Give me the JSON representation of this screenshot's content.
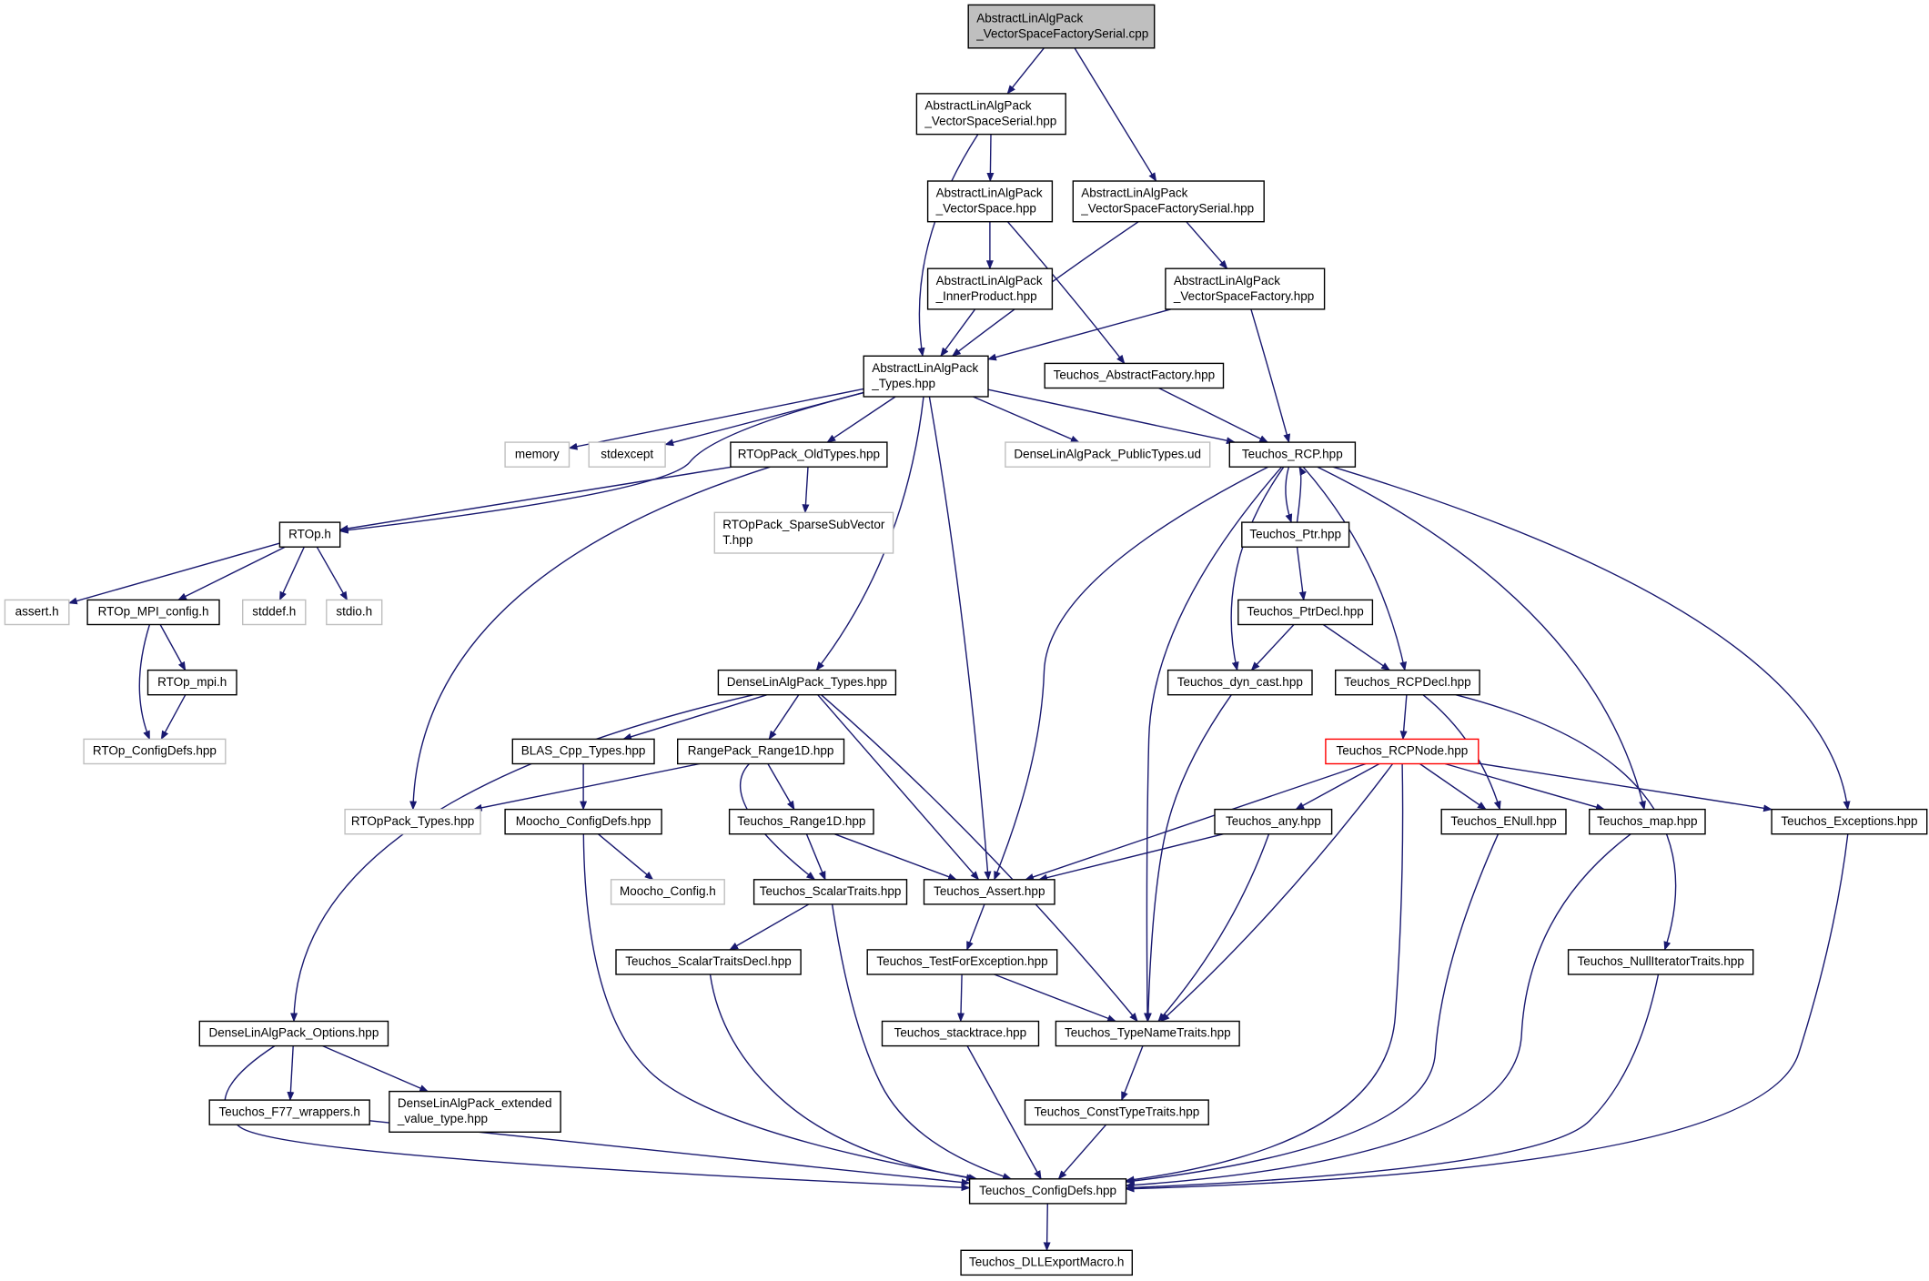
{
  "colors": {
    "edge": "#191970",
    "node_border": "#000000",
    "external_border": "#bfbfbf",
    "highlight_border": "#ff0000",
    "root_fill": "#bfbfbf",
    "node_fill": "#ffffff"
  },
  "nodes": [
    {
      "id": "vsfs_cpp",
      "lines": [
        "AbstractLinAlgPack",
        "_VectorSpaceFactorySerial.cpp"
      ],
      "kind": "root"
    },
    {
      "id": "vss_hpp",
      "lines": [
        "AbstractLinAlgPack",
        "_VectorSpaceSerial.hpp"
      ],
      "kind": "normal"
    },
    {
      "id": "vsfs_hpp",
      "lines": [
        "AbstractLinAlgPack",
        "_VectorSpaceFactorySerial.hpp"
      ],
      "kind": "normal"
    },
    {
      "id": "vs_hpp",
      "lines": [
        "AbstractLinAlgPack",
        "_VectorSpace.hpp"
      ],
      "kind": "normal"
    },
    {
      "id": "ip_hpp",
      "lines": [
        "AbstractLinAlgPack",
        "_InnerProduct.hpp"
      ],
      "kind": "normal"
    },
    {
      "id": "vsf_hpp",
      "lines": [
        "AbstractLinAlgPack",
        "_VectorSpaceFactory.hpp"
      ],
      "kind": "normal"
    },
    {
      "id": "types_hpp",
      "lines": [
        "AbstractLinAlgPack",
        "_Types.hpp"
      ],
      "kind": "normal"
    },
    {
      "id": "absfac",
      "lines": [
        "Teuchos_AbstractFactory.hpp"
      ],
      "kind": "normal"
    },
    {
      "id": "memory",
      "lines": [
        "memory"
      ],
      "kind": "external"
    },
    {
      "id": "stdexcept",
      "lines": [
        "stdexcept"
      ],
      "kind": "external"
    },
    {
      "id": "oldtypes",
      "lines": [
        "RTOpPack_OldTypes.hpp"
      ],
      "kind": "normal"
    },
    {
      "id": "publictypes",
      "lines": [
        "DenseLinAlgPack_PublicTypes.ud"
      ],
      "kind": "external"
    },
    {
      "id": "rcp",
      "lines": [
        "Teuchos_RCP.hpp"
      ],
      "kind": "normal"
    },
    {
      "id": "rtop_h",
      "lines": [
        "RTOp.h"
      ],
      "kind": "normal"
    },
    {
      "id": "sparsesub",
      "lines": [
        "RTOpPack_SparseSubVector",
        "T.hpp"
      ],
      "kind": "external"
    },
    {
      "id": "ptr",
      "lines": [
        "Teuchos_Ptr.hpp"
      ],
      "kind": "normal"
    },
    {
      "id": "assert_h",
      "lines": [
        "assert.h"
      ],
      "kind": "external"
    },
    {
      "id": "mpiconfig",
      "lines": [
        "RTOp_MPI_config.h"
      ],
      "kind": "normal"
    },
    {
      "id": "stddef",
      "lines": [
        "stddef.h"
      ],
      "kind": "external"
    },
    {
      "id": "stdio",
      "lines": [
        "stdio.h"
      ],
      "kind": "external"
    },
    {
      "id": "ptrdecl",
      "lines": [
        "Teuchos_PtrDecl.hpp"
      ],
      "kind": "normal"
    },
    {
      "id": "rtopmpi",
      "lines": [
        "RTOp_mpi.h"
      ],
      "kind": "normal"
    },
    {
      "id": "dlap_types",
      "lines": [
        "DenseLinAlgPack_Types.hpp"
      ],
      "kind": "normal"
    },
    {
      "id": "dyncast",
      "lines": [
        "Teuchos_dyn_cast.hpp"
      ],
      "kind": "normal"
    },
    {
      "id": "rcpdecl",
      "lines": [
        "Teuchos_RCPDecl.hpp"
      ],
      "kind": "normal"
    },
    {
      "id": "rtopcfg",
      "lines": [
        "RTOp_ConfigDefs.hpp"
      ],
      "kind": "external"
    },
    {
      "id": "blas",
      "lines": [
        "BLAS_Cpp_Types.hpp"
      ],
      "kind": "normal"
    },
    {
      "id": "range1d",
      "lines": [
        "RangePack_Range1D.hpp"
      ],
      "kind": "normal"
    },
    {
      "id": "rcpnode",
      "lines": [
        "Teuchos_RCPNode.hpp"
      ],
      "kind": "highlight"
    },
    {
      "id": "rtoppacktypes",
      "lines": [
        "RTOpPack_Types.hpp"
      ],
      "kind": "external"
    },
    {
      "id": "moochocfg",
      "lines": [
        "Moocho_ConfigDefs.hpp"
      ],
      "kind": "normal"
    },
    {
      "id": "trange1d",
      "lines": [
        "Teuchos_Range1D.hpp"
      ],
      "kind": "normal"
    },
    {
      "id": "any",
      "lines": [
        "Teuchos_any.hpp"
      ],
      "kind": "normal"
    },
    {
      "id": "enull",
      "lines": [
        "Teuchos_ENull.hpp"
      ],
      "kind": "normal"
    },
    {
      "id": "map",
      "lines": [
        "Teuchos_map.hpp"
      ],
      "kind": "normal"
    },
    {
      "id": "exceptions",
      "lines": [
        "Teuchos_Exceptions.hpp"
      ],
      "kind": "normal"
    },
    {
      "id": "moochoconfig_h",
      "lines": [
        "Moocho_Config.h"
      ],
      "kind": "external"
    },
    {
      "id": "scalartraits",
      "lines": [
        "Teuchos_ScalarTraits.hpp"
      ],
      "kind": "normal"
    },
    {
      "id": "tassert",
      "lines": [
        "Teuchos_Assert.hpp"
      ],
      "kind": "normal"
    },
    {
      "id": "scalartraitsdecl",
      "lines": [
        "Teuchos_ScalarTraitsDecl.hpp"
      ],
      "kind": "normal"
    },
    {
      "id": "testforexc",
      "lines": [
        "Teuchos_TestForException.hpp"
      ],
      "kind": "normal"
    },
    {
      "id": "nullit",
      "lines": [
        "Teuchos_NullIteratorTraits.hpp"
      ],
      "kind": "normal"
    },
    {
      "id": "dlap_options",
      "lines": [
        "DenseLinAlgPack_Options.hpp"
      ],
      "kind": "normal"
    },
    {
      "id": "stacktrace",
      "lines": [
        "Teuchos_stacktrace.hpp"
      ],
      "kind": "normal"
    },
    {
      "id": "typenametraits",
      "lines": [
        "Teuchos_TypeNameTraits.hpp"
      ],
      "kind": "normal"
    },
    {
      "id": "f77",
      "lines": [
        "Teuchos_F77_wrappers.h"
      ],
      "kind": "normal"
    },
    {
      "id": "extvt",
      "lines": [
        "DenseLinAlgPack_extended",
        "_value_type.hpp"
      ],
      "kind": "normal"
    },
    {
      "id": "consttypetraits",
      "lines": [
        "Teuchos_ConstTypeTraits.hpp"
      ],
      "kind": "normal"
    },
    {
      "id": "tconfigdefs",
      "lines": [
        "Teuchos_ConfigDefs.hpp"
      ],
      "kind": "normal"
    },
    {
      "id": "dllexport",
      "lines": [
        "Teuchos_DLLExportMacro.h"
      ],
      "kind": "normal"
    }
  ]
}
